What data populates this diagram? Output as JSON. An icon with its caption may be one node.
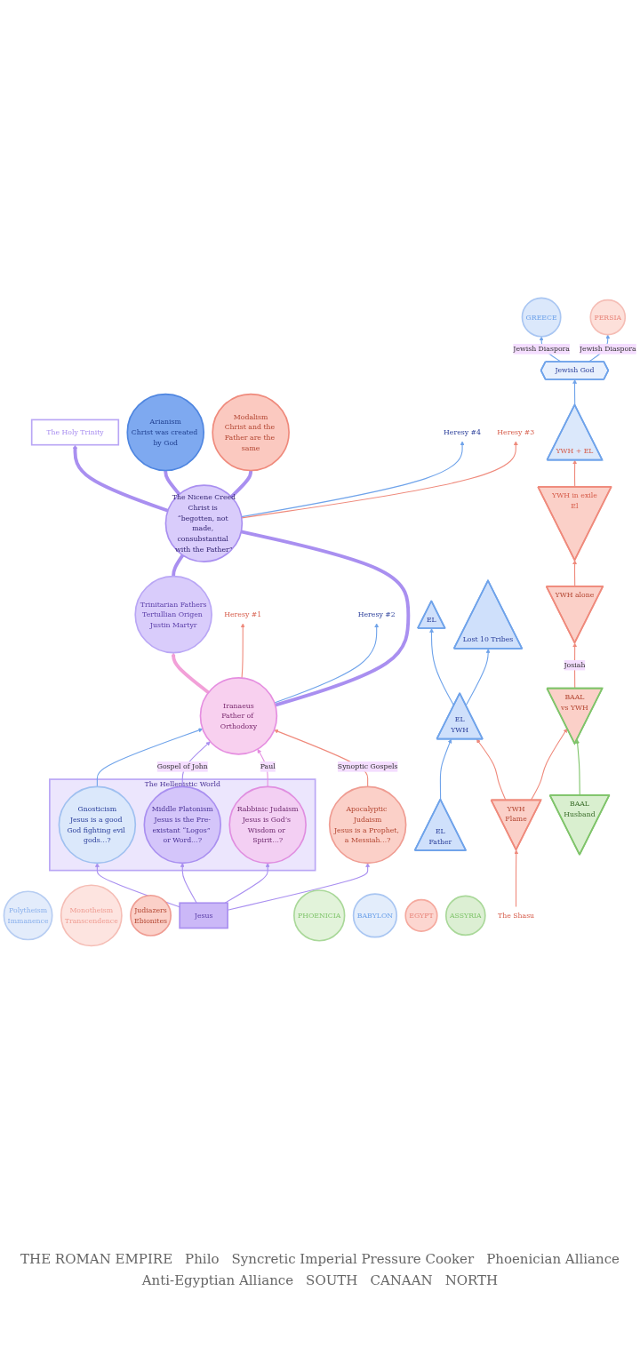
{
  "diagram": {
    "nodes": [
      {
        "text": [
          "The Holy Trinity"
        ]
      },
      {
        "text": [
          "Polytheism",
          "Immanence"
        ]
      },
      {
        "text": [
          "Monotheism",
          "Transcendence"
        ]
      },
      {
        "text": [
          "Arianism",
          "Christ was created by God"
        ]
      },
      {
        "text": [
          "The Nicene Creed",
          "Christ is “begotten, not made, consubstantial with the Father”"
        ]
      },
      {
        "text": [
          "Modalism",
          "Christ and the Father are the same"
        ]
      },
      {
        "text": [
          "Heresy #4"
        ]
      },
      {
        "text": [
          "Heresy #3"
        ]
      },
      {
        "text": [
          "Trinitarian Fathers",
          "Tertullian Origen Justin Martyr"
        ]
      },
      {
        "text": [
          "Iranaeus",
          "Father of Orthodoxy"
        ]
      },
      {
        "text": [
          "Heresy #1"
        ]
      },
      {
        "text": [
          "Heresy #2"
        ]
      },
      {
        "text": [
          "Judiazers",
          "Ebionites"
        ]
      },
      {
        "text": [
          "The Hellenistic World"
        ]
      },
      {
        "text": [
          "Gnosticism",
          "Jesus is a good God fighting evil gods…?"
        ],
        "in": 13
      },
      {
        "text": [
          "Middle Platonism",
          "Jesus is the Pre-existant “Logos” or Word…?"
        ],
        "in": 13
      },
      {
        "text": [
          "Rabbinic Judaism",
          "Jesus is God’s Wisdom or Spirit…?"
        ],
        "in": 13
      },
      {
        "text": [
          "Apocalyptic Judaism",
          "Jesus is a Prophet, a Messiah…?"
        ]
      },
      {
        "text": [
          "PERSIA"
        ]
      },
      {
        "text": [
          "Jesus"
        ]
      },
      {
        "text": [
          "GREECE"
        ]
      },
      {
        "text": [
          "Jewish God"
        ]
      },
      {
        "text": [
          "YWH + EL"
        ]
      },
      {
        "text": [
          "YWH in exile",
          "El"
        ]
      },
      {
        "text": [
          "PHOENICIA"
        ]
      },
      {
        "text": [
          "YWH alone"
        ]
      },
      {
        "text": [
          "BABYLON"
        ]
      },
      {
        "text": [
          "EL"
        ]
      },
      {
        "text": [
          "BAAL",
          "vs YWH"
        ]
      },
      {
        "text": [
          "EL",
          "YWH"
        ]
      },
      {
        "text": [
          "Lost 10 Tribes"
        ]
      },
      {
        "text": [
          "EGYPT"
        ]
      },
      {
        "text": [
          "YWH",
          "Flame"
        ]
      },
      {
        "text": [
          "BAAL",
          "Husband"
        ]
      },
      {
        "text": [
          "EL",
          "Father"
        ]
      },
      {
        "text": [
          "ASSYRIA"
        ]
      },
      {
        "text": [
          "The Shasu"
        ]
      }
    ],
    "edges": [
      {
        "from": 4,
        "to": 0,
        "arrow": "to",
        "style": "thick",
        "color": "#a98ff0"
      },
      {
        "from": 4,
        "to": 3,
        "arrow": "none",
        "style": "thick",
        "color": "#a98ff0"
      },
      {
        "from": 4,
        "to": 5,
        "arrow": "none",
        "style": "thick",
        "color": "#a98ff0"
      },
      {
        "from": 4,
        "to": 6,
        "arrow": "to",
        "color": "#6fa3ea"
      },
      {
        "from": 4,
        "to": 7,
        "arrow": "to",
        "color": "#ef8a7c"
      },
      {
        "from": 8,
        "to": 4,
        "arrow": "none",
        "style": "thick",
        "color": "#a98ff0"
      },
      {
        "from": 9,
        "to": 4,
        "arrow": "none",
        "style": "thick",
        "color": "#a98ff0"
      },
      {
        "from": 9,
        "to": 8,
        "arrow": "to",
        "style": "thick",
        "color": "#f2a0d8"
      },
      {
        "from": 9,
        "to": 10,
        "arrow": "to",
        "color": "#ef8a7c"
      },
      {
        "from": 9,
        "to": 11,
        "arrow": "to",
        "color": "#6fa3ea"
      },
      {
        "from": 14,
        "to": 9,
        "arrow": "to",
        "color": "#6fa3ea"
      },
      {
        "from": 15,
        "to": 9,
        "arrow": "to",
        "label": "Gospel of John",
        "color": "#a98ff0"
      },
      {
        "from": 16,
        "to": 9,
        "arrow": "to",
        "label": "Paul",
        "color": "#e58ee0"
      },
      {
        "from": 17,
        "to": 9,
        "arrow": "to",
        "label": "Synoptic Gospels",
        "color": "#ef8a7c"
      },
      {
        "from": 19,
        "to": 14,
        "arrow": "to",
        "color": "#a98ff0"
      },
      {
        "from": 19,
        "to": 15,
        "arrow": "to",
        "color": "#a98ff0"
      },
      {
        "from": 19,
        "to": 16,
        "arrow": "to",
        "color": "#a98ff0"
      },
      {
        "from": 19,
        "to": 17,
        "arrow": "to",
        "color": "#a98ff0"
      },
      {
        "from": 21,
        "to": 20,
        "arrow": "to",
        "label": "Jewish Diaspora",
        "color": "#6fa3ea"
      },
      {
        "from": 21,
        "to": 18,
        "arrow": "to",
        "label": "Jewish Diaspora",
        "color": "#6fa3ea"
      },
      {
        "from": 22,
        "to": 21,
        "arrow": "to",
        "color": "#6fa3ea"
      },
      {
        "from": 23,
        "to": 22,
        "arrow": "to",
        "color": "#ef8a7c"
      },
      {
        "from": 25,
        "to": 23,
        "arrow": "to",
        "color": "#ef8a7c"
      },
      {
        "from": 29,
        "to": 27,
        "arrow": "to",
        "color": "#6fa3ea"
      },
      {
        "from": 29,
        "to": 30,
        "arrow": "to",
        "color": "#6fa3ea"
      },
      {
        "from": 34,
        "to": 29,
        "arrow": "to",
        "color": "#6fa3ea"
      },
      {
        "from": 32,
        "to": 29,
        "arrow": "to",
        "color": "#ef8a7c"
      },
      {
        "from": 32,
        "to": 28,
        "arrow": "to",
        "color": "#ef8a7c"
      },
      {
        "from": 33,
        "to": 28,
        "arrow": "to",
        "color": "#7fc46a"
      },
      {
        "from": 28,
        "to": 25,
        "arrow": "to",
        "label": "Josiah",
        "color": "#ef8a7c"
      },
      {
        "from": 36,
        "to": 32,
        "arrow": "to",
        "color": "#ef8a7c"
      }
    ],
    "labels": [
      "THE ROMAN EMPIRE",
      "Philo",
      "Syncretic Imperial Pressure Cooker",
      "Phoenician Alliance",
      "Anti-Egyptian Alliance",
      "SOUTH",
      "CANAAN",
      "NORTH"
    ]
  }
}
